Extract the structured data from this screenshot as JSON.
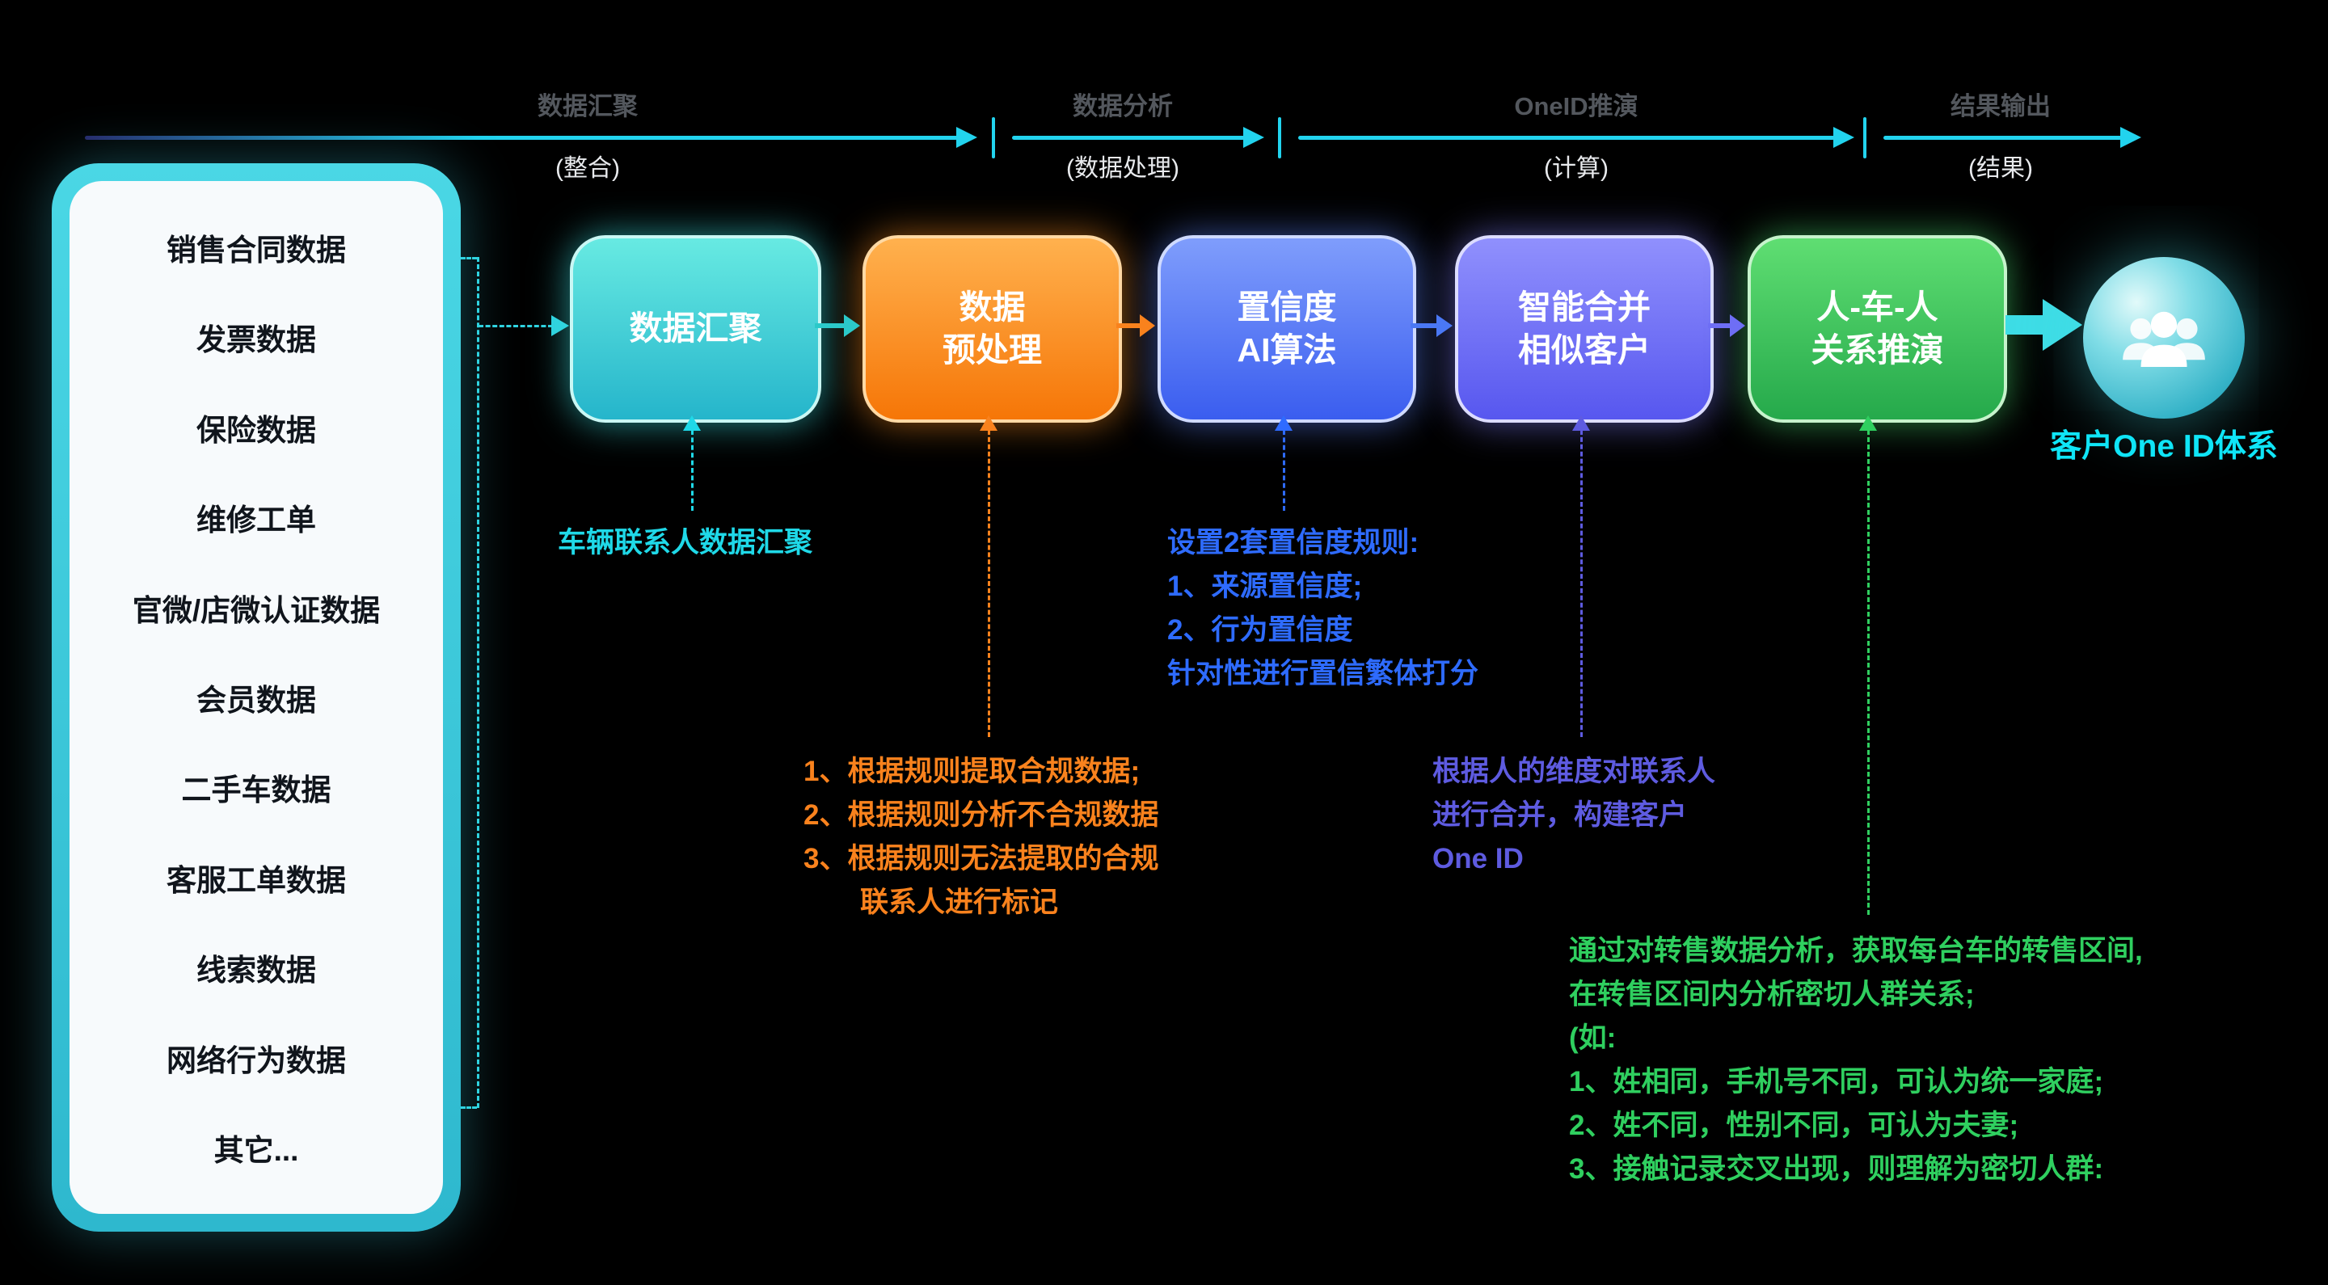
{
  "phases": [
    {
      "label": "数据汇聚",
      "sub": "(整合)"
    },
    {
      "label": "数据分析",
      "sub": "(数据处理)"
    },
    {
      "label": "OneID推演",
      "sub": "(计算)"
    },
    {
      "label": "结果输出",
      "sub": "(结果)"
    }
  ],
  "sources": {
    "items": [
      "销售合同数据",
      "发票数据",
      "保险数据",
      "维修工单",
      "官微/店微认证数据",
      "会员数据",
      "二手车数据",
      "客服工单数据",
      "线索数据",
      "网络行为数据",
      "其它..."
    ]
  },
  "steps": [
    {
      "line1": "数据汇聚",
      "line2": "",
      "color": "#2fc9d4"
    },
    {
      "line1": "数据",
      "line2": "预处理",
      "color": "#f97c16"
    },
    {
      "line1": "置信度",
      "line2": "AI算法",
      "color": "#4a6cf0"
    },
    {
      "line1": "智能合并",
      "line2": "相似客户",
      "color": "#6b6bf0"
    },
    {
      "line1": "人-车-人",
      "line2": "关系推演",
      "color": "#2fbf5a"
    }
  ],
  "result": {
    "label": "客户One ID体系",
    "icon": "people-group-icon"
  },
  "annotations": {
    "aggregation": {
      "color": "#1fd9e8",
      "lines": [
        "车辆联系人数据汇聚"
      ]
    },
    "preprocess": {
      "color": "#f9821d",
      "lines": [
        "1、根据规则提取合规数据;",
        "2、根据规则分析不合规数据",
        "3、根据规则无法提取的合规",
        "　　联系人进行标记"
      ]
    },
    "confidence": {
      "color": "#2e6bff",
      "lines": [
        "设置2套置信度规则:",
        "1、来源置信度;",
        "2、行为置信度",
        "针对性进行置信繁体打分"
      ]
    },
    "merge": {
      "color": "#5e5be0",
      "lines": [
        "根据人的维度对联系人",
        "进行合并，构建客户",
        "One ID"
      ]
    },
    "relation": {
      "color": "#2fcf5f",
      "lines": [
        "通过对转售数据分析，获取每台车的转售区间,",
        "在转售区间内分析密切人群关系;",
        "(如:",
        "1、姓相同，手机号不同，可认为统一家庭;",
        "2、姓不同，性别不同，可认为夫妻;",
        "3、接触记录交叉出现，则理解为密切人群:"
      ]
    }
  },
  "colors": {
    "stage_arrow": "#22d3ee",
    "panel_border": "#3cc9dc",
    "result_label": "#0fe5f7",
    "background": "#000000"
  }
}
